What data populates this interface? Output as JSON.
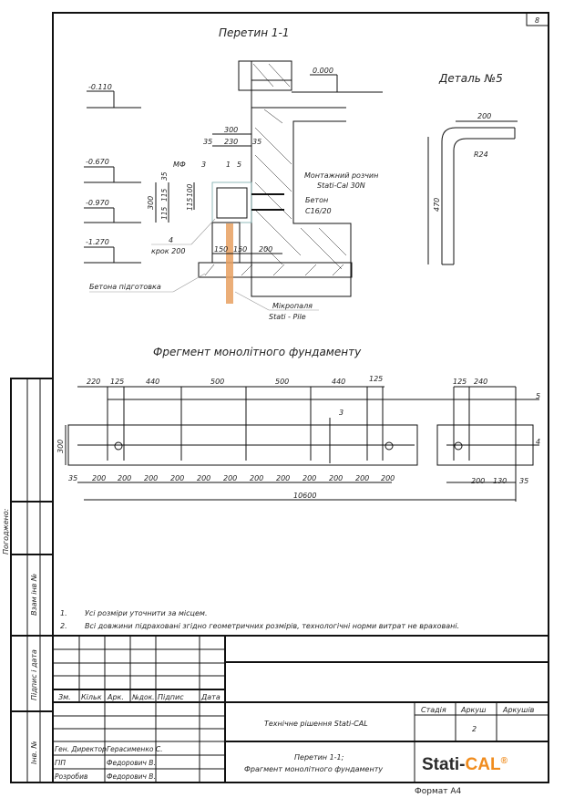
{
  "sheet_number": "8",
  "section": {
    "title": "Перетин 1-1",
    "levels": [
      "0.000",
      "-0.110",
      "-0.670",
      "-0.970",
      "-1.270"
    ],
    "dims": {
      "d300": "300",
      "d35a": "35",
      "d230": "230",
      "d35b": "35",
      "v35": "35",
      "v115a": "115",
      "v115b": "115",
      "v300": "300",
      "v115c": "115",
      "v100": "100",
      "d150a": "150",
      "d150b": "150",
      "d200": "200"
    },
    "marks": {
      "mf": "МФ",
      "m3": "3",
      "m1": "1",
      "m5": "5",
      "m4": "4",
      "step": "крок 200"
    },
    "labels": {
      "mortar1": "Монтажний розчин",
      "mortar2": "Stati-Cal 30N",
      "concrete1": "Бетон",
      "concrete2": "С16/20",
      "prep": "Бетона підготовка",
      "pile1": "Мікропаля",
      "pile2": "Stati - Pile"
    }
  },
  "detail": {
    "title": "Деталь №5",
    "d200": "200",
    "r": "R24",
    "d470": "470"
  },
  "fragment": {
    "title": "Фрегмент монолітного фундаменту",
    "top_dims": [
      "220",
      "125",
      "440",
      "500",
      "500",
      "440",
      "125",
      "125",
      "240"
    ],
    "bottom_dims": [
      "35",
      "200",
      "200",
      "200",
      "200",
      "200",
      "200",
      "200",
      "200",
      "200",
      "200",
      "200",
      "200",
      "200",
      "130",
      "35"
    ],
    "height": "300",
    "total": "10600",
    "marks": {
      "m3": "3",
      "m4": "4",
      "m5": "5"
    }
  },
  "notes": [
    {
      "num": "1.",
      "text": "Усі розміри уточнити за місцем."
    },
    {
      "num": "2.",
      "text": "Всі довжини підраховані згідно геометричних розмірів, технологічні норми витрат не враховані."
    }
  ],
  "side_strip": [
    "Погоджено:",
    "Взам інв №",
    "Підпис і дата",
    "Інв. №"
  ],
  "title_block": {
    "headers": [
      "Зм.",
      "Кільк",
      "Арк.",
      "№док.",
      "Підпис",
      "Дата"
    ],
    "roles": [
      {
        "role": "Ген. Директор",
        "name": "Герасименко С."
      },
      {
        "role": "ГІП",
        "name": "Федорович В."
      },
      {
        "role": "Розробив",
        "name": "Федорович В."
      }
    ],
    "project": "Технічне рішення Stati-CAL",
    "sheet_title_1": "Перетин 1-1;",
    "sheet_title_2": "Фрагмент монолітного фундаменту",
    "stage_label": "Стадія",
    "sheet_label": "Аркуш",
    "sheets_label": "Аркушів",
    "sheet_value": "2",
    "logo_a": "Stati-",
    "logo_b": "CAL",
    "logo_reg": "®",
    "format": "Формат А4"
  },
  "colors": {
    "logo_dark": "#2b2b2b",
    "logo_orange": "#f08c1e",
    "pile": "#e8a060"
  }
}
